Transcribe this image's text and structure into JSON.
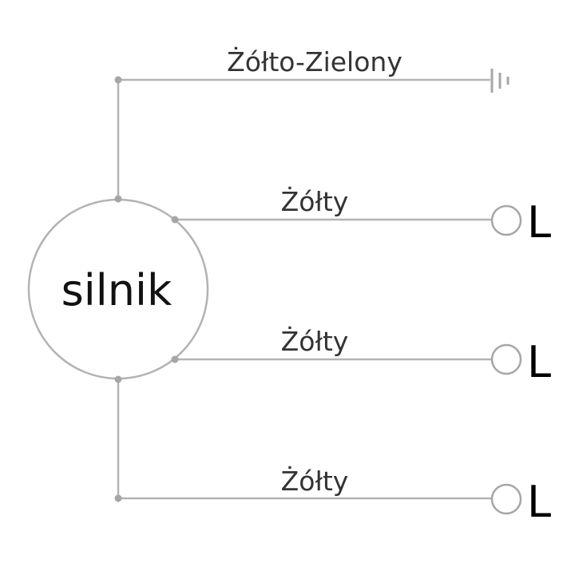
{
  "motor": {
    "label": "silnik"
  },
  "wires": [
    {
      "id": "ground",
      "label": "Żółto-Zielony",
      "terminal": "ground-icon"
    },
    {
      "id": "phase-1",
      "label": "Żółty",
      "terminal_label": "L"
    },
    {
      "id": "phase-2",
      "label": "Żółty",
      "terminal_label": "L"
    },
    {
      "id": "phase-3",
      "label": "Żółty",
      "terminal_label": "L"
    }
  ],
  "colors": {
    "wire": "#b3b3b3",
    "text": "#111111"
  }
}
